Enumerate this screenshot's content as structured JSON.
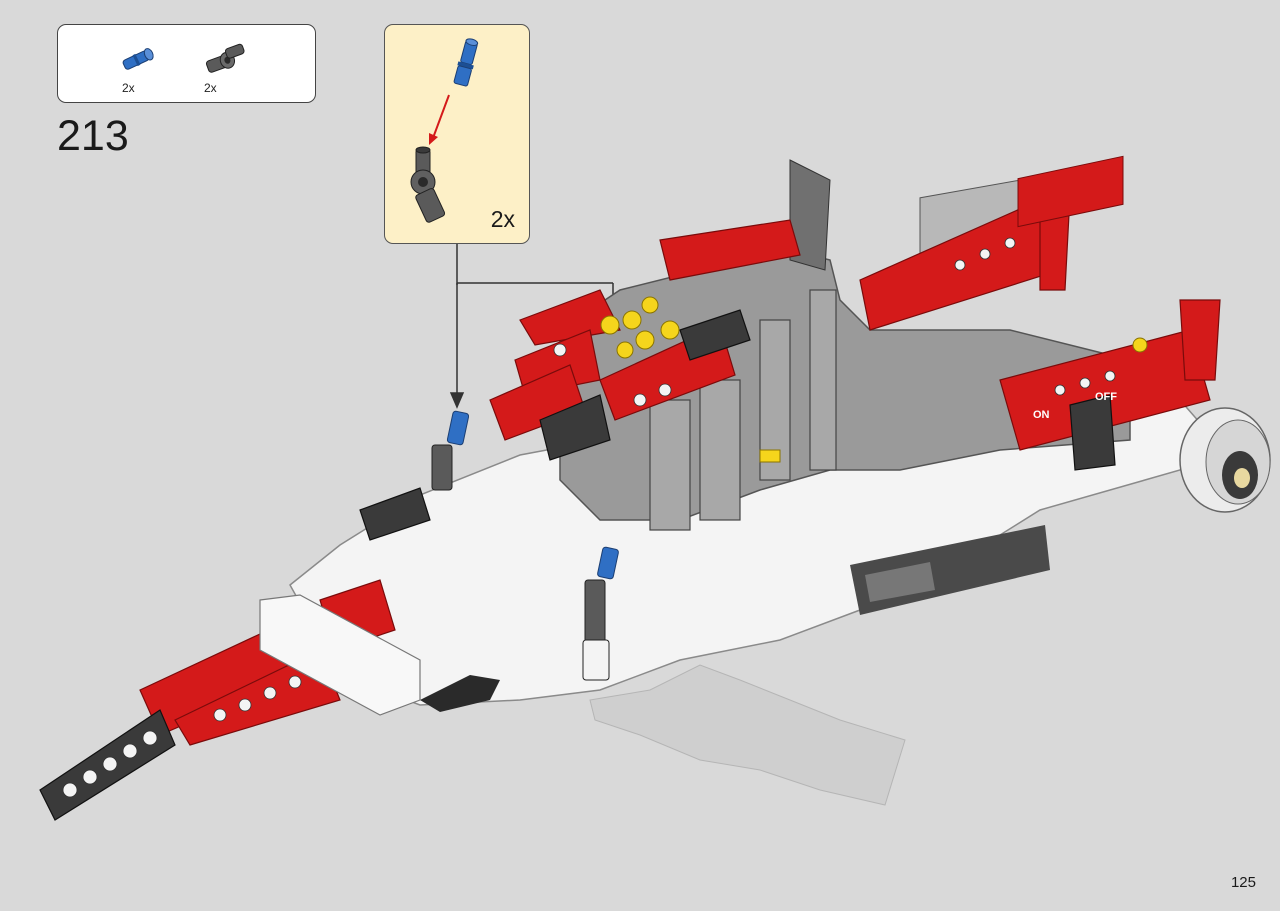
{
  "parts_list": [
    {
      "icon": "blue-axle-pin-icon",
      "qty": "2x",
      "color": "#2f6fc4"
    },
    {
      "icon": "dark-gray-angle-connector-icon",
      "qty": "2x",
      "color": "#5a5a5a"
    }
  ],
  "step_number": "213",
  "callout": {
    "qty": "2x"
  },
  "page_number": "125",
  "colors": {
    "background": "#d9d9d9",
    "callout_bg": "#fdf0c7",
    "red": "#d41a1a",
    "dark_gray": "#4a4a4a",
    "white": "#f4f4f4",
    "blue": "#2f6fc4"
  },
  "model_labels": {
    "on": "ON",
    "off": "OFF"
  }
}
